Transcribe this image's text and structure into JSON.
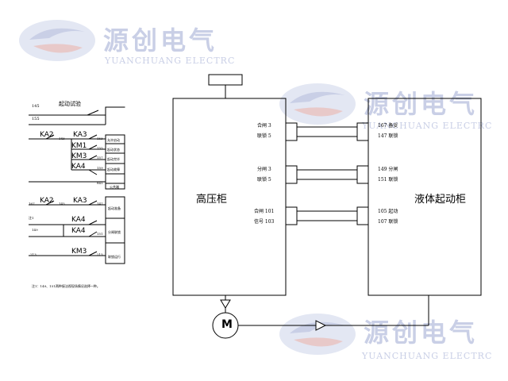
{
  "watermark": {
    "brand_cn": "源创电气",
    "brand_en": "YUANCHUANG ELECTRC",
    "colors": {
      "primary": "#c9cfe6",
      "accent": "#e8c9c9"
    }
  },
  "left_panel": {
    "top_group": {
      "rows": [
        {
          "left_num": "145",
          "switch_label": "起动试验",
          "right_num": ""
        },
        {
          "left_num": "155",
          "switch_label": "",
          "right_num": ""
        },
        {
          "left_num": "",
          "switch_label": "KA2",
          "mid_num": "143",
          "relay": "KA3",
          "right_num": "153"
        },
        {
          "left_num": "",
          "switch_label": "",
          "relay": "KM1",
          "right_num": "155"
        },
        {
          "left_num": "",
          "switch_label": "",
          "relay": "KM3",
          "right_num": "157"
        },
        {
          "left_num": "",
          "switch_label": "",
          "relay": "KA4",
          "right_num": "159"
        },
        {
          "left_num": "",
          "switch_label": "",
          "relay": "",
          "right_num": "841"
        }
      ],
      "side_labels": [
        "允许启动",
        "起动状态",
        "起动完毕",
        "起动故障",
        "公共端"
      ]
    },
    "bottom_group": {
      "rows": [
        {
          "left_num": "167",
          "switch_label": "KA2",
          "mid_num": "145",
          "relay": "KA3",
          "right_num": "147"
        },
        {
          "left_num": "注1",
          "switch_label": "",
          "relay": "KA4",
          "right_num": ""
        },
        {
          "left_num": "149",
          "switch_label": "",
          "relay": "KA4",
          "right_num": "151"
        },
        {
          "left_num": "213",
          "switch_label": "",
          "relay": "KM3",
          "right_num": "215"
        }
      ],
      "side_labels": [
        "起动准备",
        "分闸联锁",
        "联锁运行"
      ]
    },
    "note": "注1：149、151两种接法视现场情况选择一种。"
  },
  "hv_cabinet": {
    "title": "高压柜",
    "terminals": [
      {
        "line1": "合闸 3",
        "line2": "联锁 5"
      },
      {
        "line1": "分闸 3",
        "line2": "联锁 5"
      },
      {
        "line1": "合闸 101",
        "line2": "信号 103"
      }
    ]
  },
  "liquid_cabinet": {
    "title": "液体起动柜",
    "terminals": [
      {
        "line1": "167 备妥",
        "line2": "147 联锁"
      },
      {
        "line1": "149 分闸",
        "line2": "151 联锁"
      },
      {
        "line1": "105 起动",
        "line2": "107 联锁"
      }
    ]
  },
  "motor": {
    "label": "M"
  }
}
